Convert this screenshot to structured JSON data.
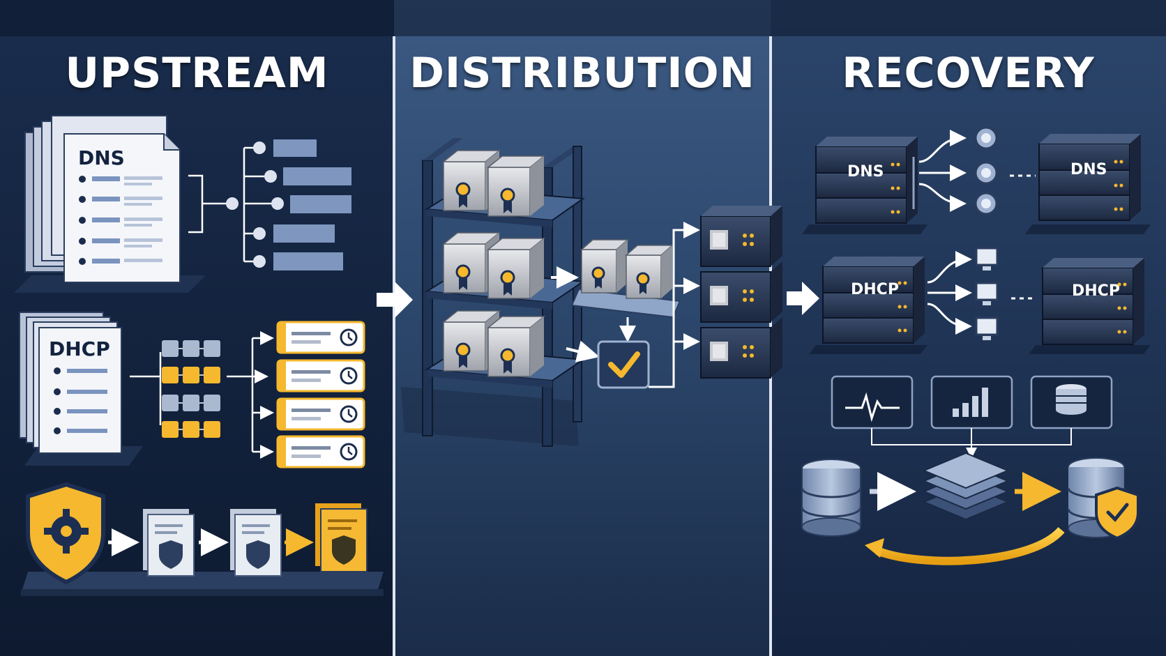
{
  "panels": {
    "upstream": {
      "title": "UPSTREAM"
    },
    "distribution": {
      "title": "DISTRIBUTION"
    },
    "recovery": {
      "title": "RECOVERY"
    }
  },
  "documents": {
    "dns": "DNS",
    "dhcp": "DHCP"
  },
  "servers": {
    "dns_primary": "DNS",
    "dns_secondary": "DNS",
    "dhcp_primary": "DHCP",
    "dhcp_secondary": "DHCP"
  },
  "colors": {
    "background_left": "#10203a",
    "background_middle": "#2b476e",
    "background_right": "#1b2f4f",
    "accent_yellow": "#f5b82e",
    "item_blue": "#7f97bf",
    "separator": "#dfe6f2"
  },
  "icons": [
    "gear-shield-icon",
    "shield-document-icon",
    "package-icon",
    "checkmark-icon",
    "server-icon",
    "heartbeat-icon",
    "bar-chart-icon",
    "database-icon",
    "monitor-icon",
    "clock-icon"
  ]
}
